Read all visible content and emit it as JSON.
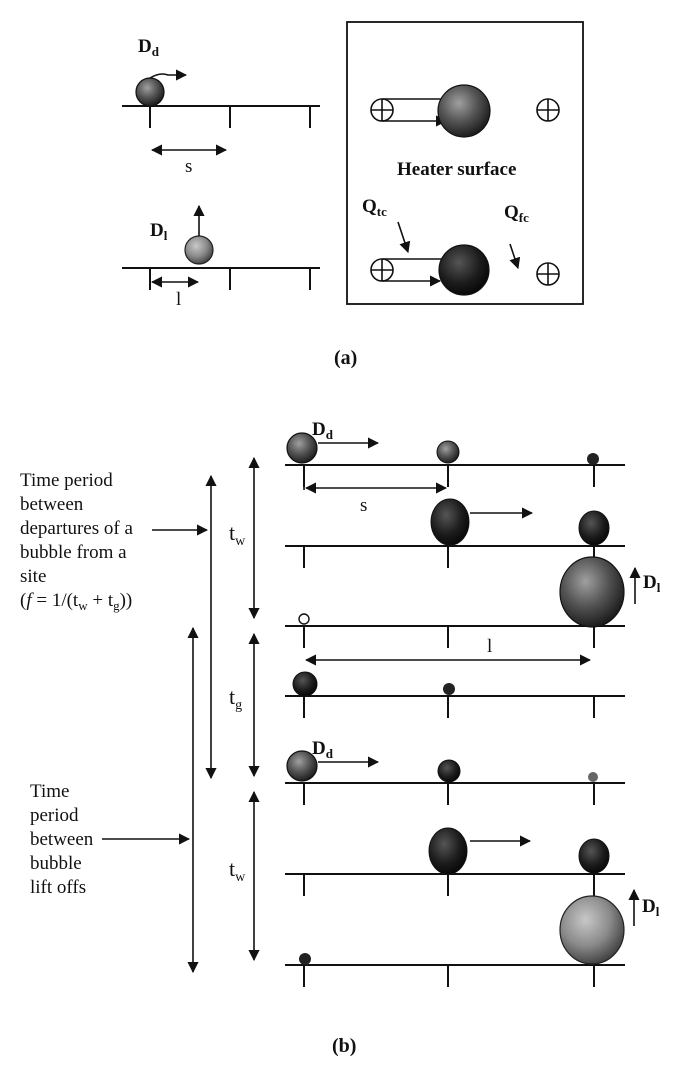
{
  "panel_a": {
    "caption": "(a)",
    "depart_label": {
      "main": "D",
      "sub": "d"
    },
    "spacing_label": "s",
    "liftoff_label": {
      "main": "D",
      "sub": "l"
    },
    "liftoff_spacing_label": "l",
    "inset": {
      "title": "Heater surface",
      "qtc_label": {
        "main": "Q",
        "sub": "tc"
      },
      "qfc_label": {
        "main": "Q",
        "sub": "fc"
      }
    }
  },
  "panel_b": {
    "caption": "(b)",
    "depart_label": {
      "main": "D",
      "sub": "d"
    },
    "spacing_label": "s",
    "liftoff_label": {
      "main": "D",
      "sub": "l"
    },
    "liftoff_spacing_label": "l",
    "tw_label": {
      "main": "t",
      "sub": "w"
    },
    "tg_label": {
      "main": "t",
      "sub": "g"
    },
    "period_departure_lines": [
      "Time period",
      "between",
      "departures of a",
      "bubble from a",
      "site"
    ],
    "frequency_formula": {
      "open": "(",
      "f": "f",
      "eq": " = 1/(t",
      "w": "w",
      "plus": " + t",
      "g": "g",
      "close": "))"
    },
    "period_liftoff_lines": [
      "Time",
      "period",
      "between",
      "bubble",
      "lift offs"
    ]
  },
  "colors": {
    "ink": "#111111",
    "bubble_dark": "#1a1a1a",
    "bubble_gray": "#8c8c8c",
    "background": "#ffffff"
  }
}
